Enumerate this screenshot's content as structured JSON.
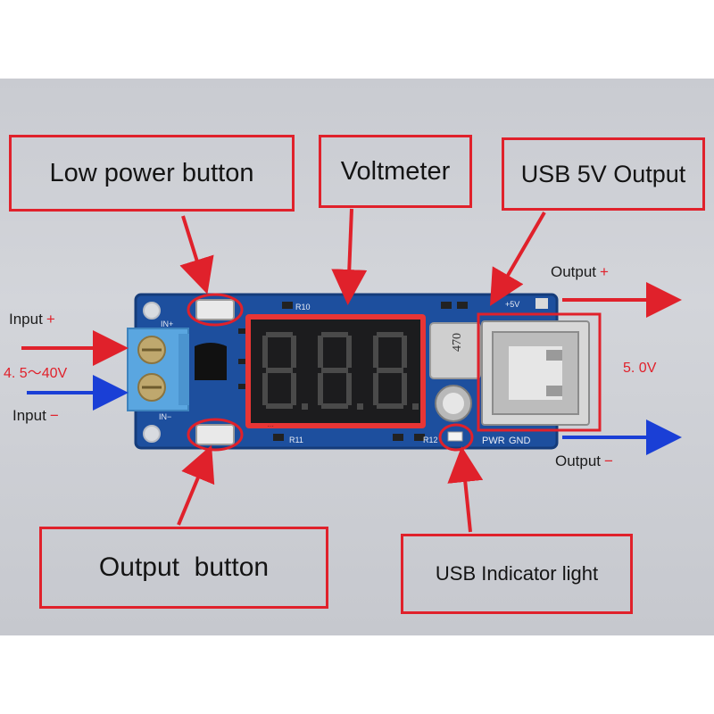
{
  "callouts": {
    "low_power_button": "Low power button",
    "voltmeter": "Voltmeter",
    "usb_output": "USB 5V Output",
    "output_button": "Output  button",
    "usb_indicator": "USB Indicator light"
  },
  "side_labels": {
    "input_plus": "Input",
    "input_plus_sign": "+",
    "input_range": "4. 5～40V",
    "input_minus": "Input",
    "input_minus_sign": "−",
    "output_plus": "Output",
    "output_plus_sign": "+",
    "output_voltage": "5. 0V",
    "output_minus": "Output",
    "output_minus_sign": "−"
  },
  "board_silkscreen": {
    "in_plus": "IN+",
    "in_minus": "IN−",
    "r10": "R10",
    "r11": "R11",
    "r12": "R12",
    "inductor": "470",
    "plus_5v": "+5V",
    "pwr": "PWR",
    "gnd": "GND",
    "display": "8.8.8."
  },
  "colors": {
    "callout_border": "#e0212b",
    "arrow_red": "#e0212b",
    "arrow_blue": "#1a3fd6",
    "pcb_blue": "#1d4f9e"
  }
}
